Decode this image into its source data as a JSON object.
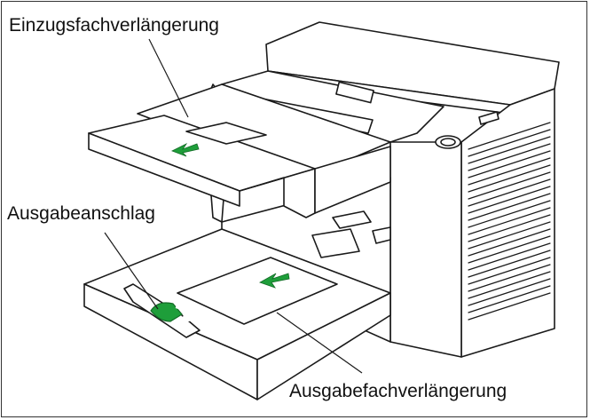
{
  "labels": {
    "input_tray_extension": "Einzugsfachverlängerung",
    "output_stopper": "Ausgabeanschlag",
    "output_tray_extension": "Ausgabefachverlängerung"
  },
  "colors": {
    "line": "#1a1a1a",
    "arrow": "#1e9e3a",
    "stopper": "#1e9e3a",
    "fill": "#ffffff"
  }
}
